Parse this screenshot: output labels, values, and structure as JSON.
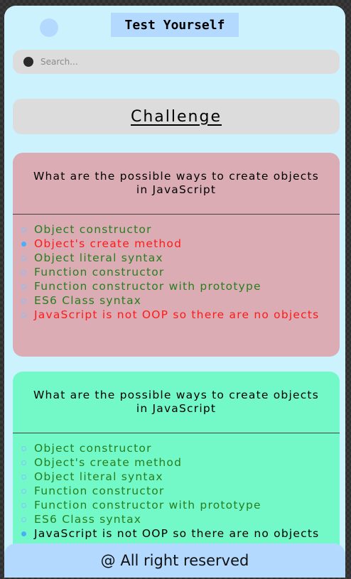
{
  "header": {
    "title": "Test Yourself"
  },
  "search": {
    "placeholder": "Search..."
  },
  "challenge": {
    "label": "Challenge"
  },
  "cards": [
    {
      "question": "What are the possible ways to create objects in JavaScript",
      "background": "#dbacb4",
      "answers": [
        {
          "text": "Object constructor",
          "state": "ok"
        },
        {
          "text": "Object's create method",
          "state": "wrong"
        },
        {
          "text": "Object literal syntax",
          "state": "ok"
        },
        {
          "text": "Function constructor",
          "state": "ok"
        },
        {
          "text": "Function constructor with prototype",
          "state": "ok"
        },
        {
          "text": "ES6 Class syntax",
          "state": "ok"
        },
        {
          "text": "JavaScript is not OOP so there are no objects",
          "state": "wrong"
        }
      ]
    },
    {
      "question": "What are the possible ways to create objects in JavaScript",
      "background": "#73f8c7",
      "answers": [
        {
          "text": "Object constructor",
          "state": "ok"
        },
        {
          "text": "Object's create method",
          "state": "ok"
        },
        {
          "text": "Object literal syntax",
          "state": "ok"
        },
        {
          "text": "Function constructor",
          "state": "ok"
        },
        {
          "text": "Function constructor with prototype",
          "state": "ok"
        },
        {
          "text": "ES6 Class syntax",
          "state": "ok"
        },
        {
          "text": "JavaScript is not OOP so there are no objects",
          "state": "plain"
        }
      ]
    }
  ],
  "footer": {
    "text": "@ All right reserved"
  },
  "colors": {
    "page_background": "#ccf3fd",
    "header_accent": "#b3dafe",
    "correct_text": "#277e1e",
    "wrong_text": "#ff1a1a"
  },
  "icons": {
    "avatar": "avatar-circle",
    "search": "search-icon"
  }
}
